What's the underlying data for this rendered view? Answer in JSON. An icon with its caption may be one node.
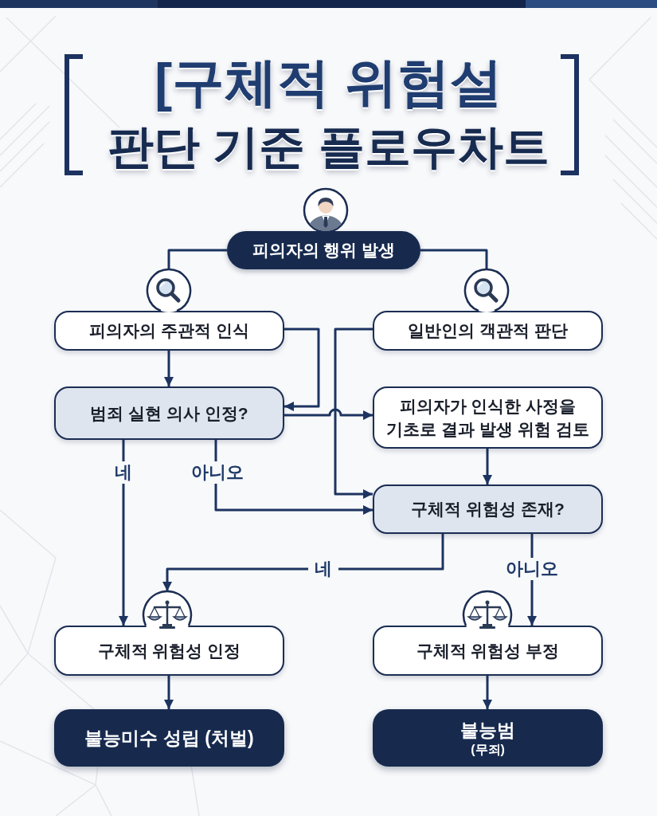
{
  "diagram": {
    "title": "[구체적 위험설 판단 기준 플로우차트",
    "nodes": [
      {
        "text": [
          "피의자의 행위 발생"
        ]
      },
      {
        "text": [
          "피의자의 주관적 인식"
        ]
      },
      {
        "text": [
          "일반인의 객관적 판단"
        ]
      },
      {
        "text": [
          "범죄 실현 의사 인정?"
        ]
      },
      {
        "text": [
          "피의자가 인식한 사정을 기초로 결과 발생 위험 검토"
        ]
      },
      {
        "text": [
          "구체적 위험성 존재?"
        ]
      },
      {
        "text": [
          "구체적 위험성 인정"
        ]
      },
      {
        "text": [
          "구체적 위험성 부정"
        ]
      },
      {
        "text": [
          "불능미수 성립 (처벌)"
        ]
      },
      {
        "text": [
          "불능범",
          "(무죄)"
        ]
      }
    ],
    "edges": [
      {
        "from": 0,
        "to": 1,
        "arrow": "none"
      },
      {
        "from": 0,
        "to": 2,
        "arrow": "none"
      },
      {
        "from": 1,
        "to": 3,
        "arrow": "to"
      },
      {
        "from": 1,
        "to": 3,
        "arrow": "to"
      },
      {
        "from": 2,
        "to": 5,
        "arrow": "to"
      },
      {
        "from": 3,
        "to": 4,
        "arrow": "to"
      },
      {
        "from": 4,
        "to": 5,
        "arrow": "to"
      },
      {
        "from": 3,
        "to": 6,
        "arrow": "to",
        "label": "네"
      },
      {
        "from": 3,
        "to": 5,
        "arrow": "to",
        "label": "아니오"
      },
      {
        "from": 5,
        "to": 6,
        "arrow": "to",
        "label": "네"
      },
      {
        "from": 5,
        "to": 7,
        "arrow": "to",
        "label": "아니오"
      },
      {
        "from": 6,
        "to": 8,
        "arrow": "to"
      },
      {
        "from": 7,
        "to": 9,
        "arrow": "to"
      }
    ]
  }
}
